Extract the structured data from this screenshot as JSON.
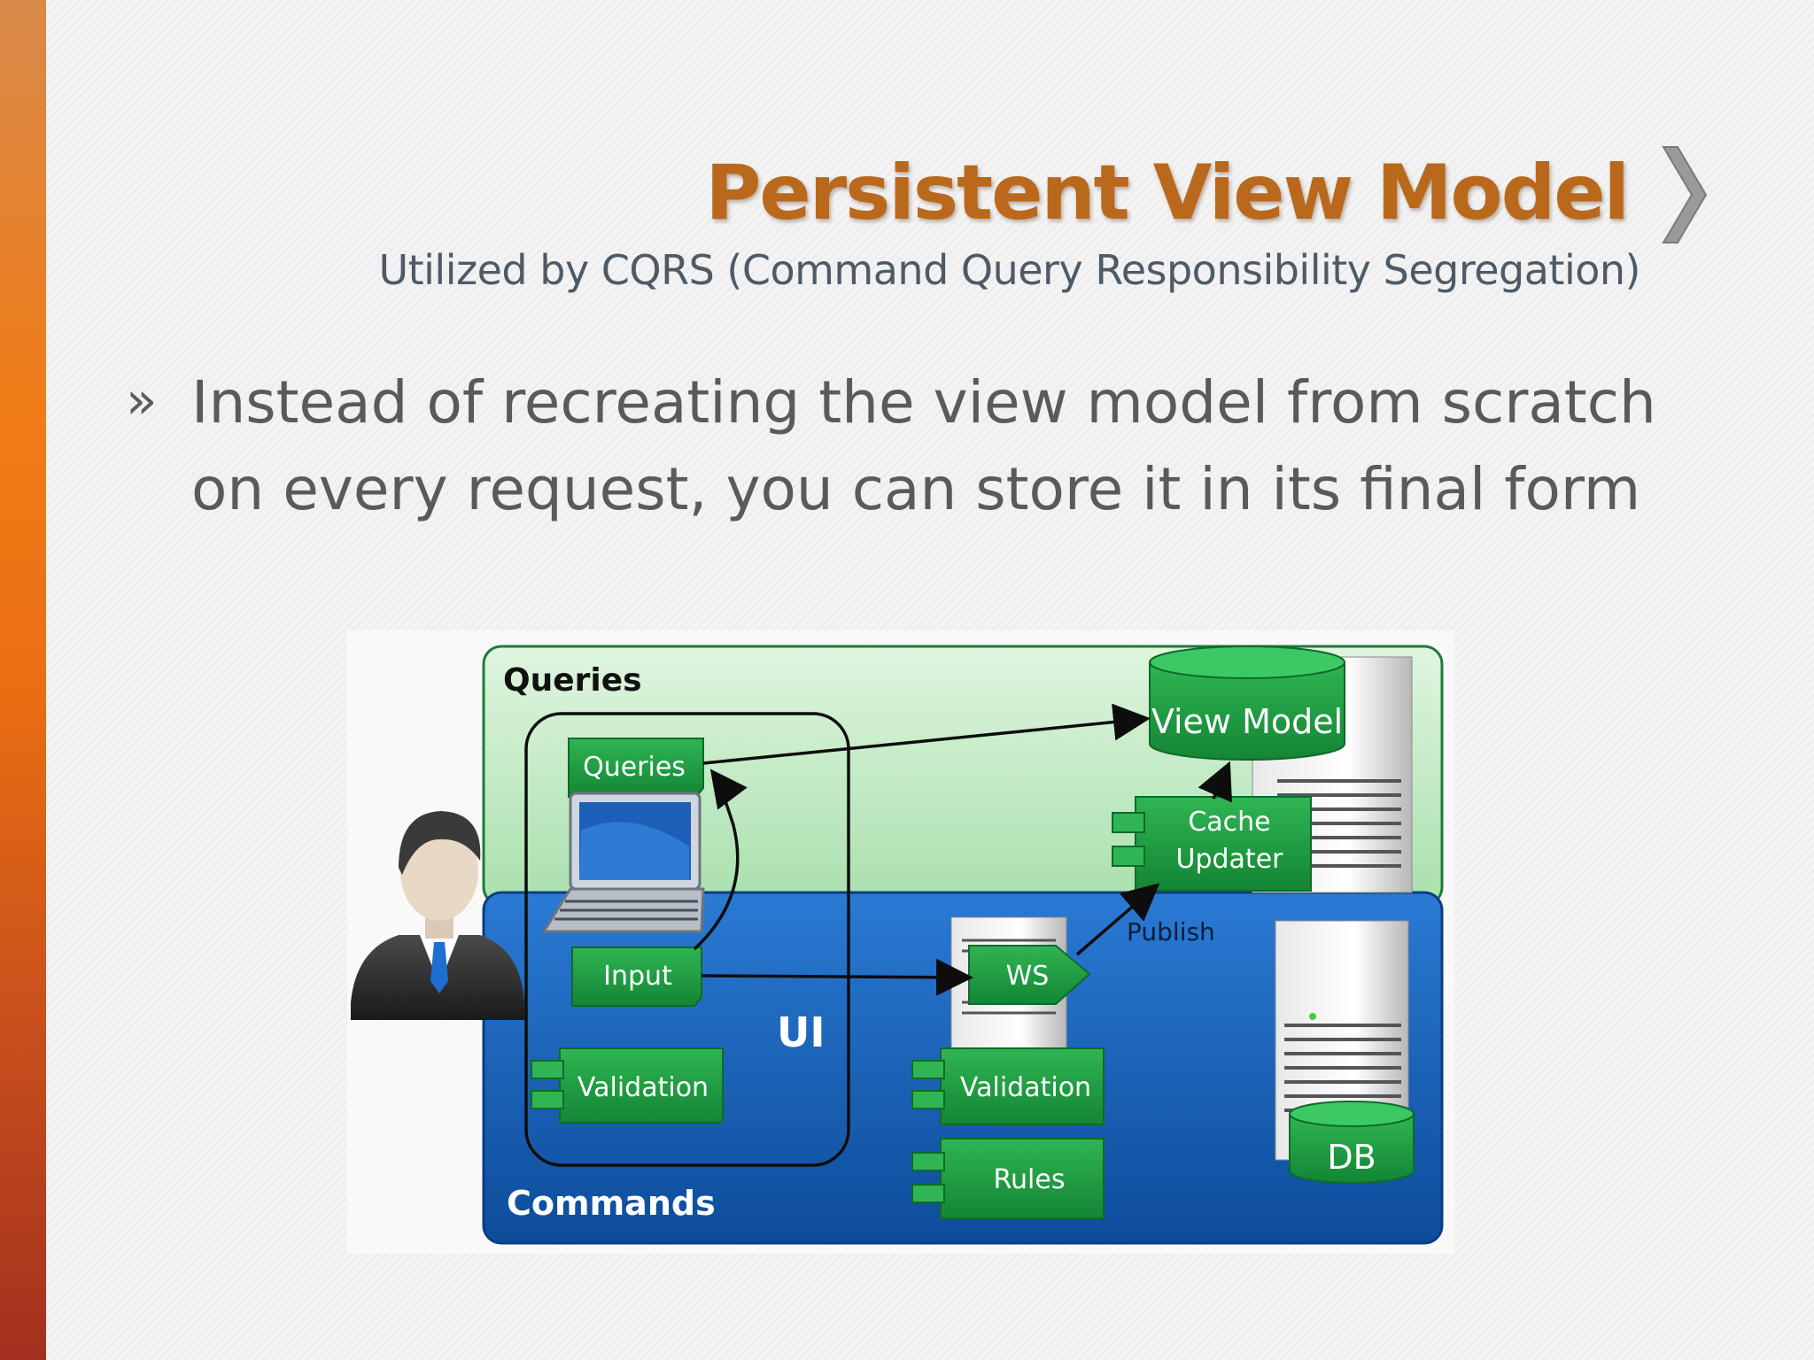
{
  "slide": {
    "title": "Persistent View Model",
    "subtitle": "Utilized by CQRS (Command Query Responsibility Segregation)",
    "bullet": "Instead of recreating the view model from scratch on every request, you can store it in its final form",
    "bullet_marker": "»"
  },
  "diagram": {
    "queries_zone_label": "Queries",
    "commands_zone_label": "Commands",
    "ui_label": "UI",
    "ui_queries": "Queries",
    "ui_input": "Input",
    "ui_validation": "Validation",
    "view_model": "View Model",
    "cache_updater_line1": "Cache",
    "cache_updater_line2": "Updater",
    "ws": "WS",
    "publish": "Publish",
    "server_validation": "Validation",
    "rules": "Rules",
    "db": "DB"
  },
  "colors": {
    "title": "#b9681c",
    "subtitle": "#4e5a66",
    "body_text": "#5a5a5a",
    "queries_zone": "#c8ecc8",
    "commands_zone": "#1a62b8",
    "component": "#1e9a3e"
  },
  "icons": [
    "chevron-right-icon",
    "person-icon",
    "laptop-icon",
    "server-icon",
    "database-icon"
  ]
}
